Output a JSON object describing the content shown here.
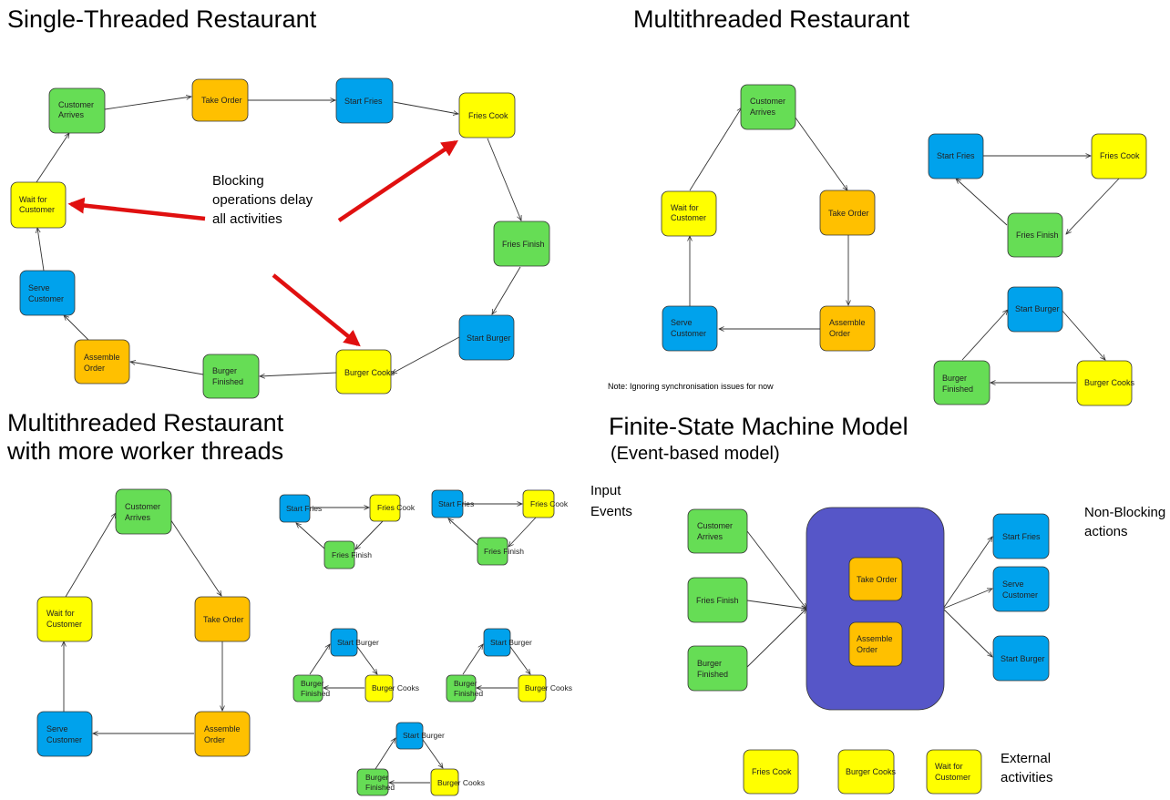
{
  "colors": {
    "green": "#66dd55",
    "orange": "#ffc000",
    "blue": "#00a2ec",
    "yellow": "#ffff00",
    "purple": "#5656c8",
    "red": "#e01010"
  },
  "sections": {
    "single": {
      "title": "Single-Threaded Restaurant"
    },
    "multi": {
      "title": "Multithreaded Restaurant"
    },
    "multi_more": {
      "title_line1": "Multithreaded Restaurant",
      "title_line2": "with more worker threads"
    },
    "fsm": {
      "title": "Finite-State Machine Model",
      "subtitle": "(Event-based model)"
    }
  },
  "annotations": {
    "blocking_line1": "Blocking",
    "blocking_line2": "operations delay",
    "blocking_line3": "all activities",
    "note": "Note: Ignoring synchronisation issues for now",
    "input_line1": "Input",
    "input_line2": "Events",
    "nonblocking_line1": "Non-Blocking",
    "nonblocking_line2": "actions",
    "external_line1": "External",
    "external_line2": "activities"
  },
  "labels": {
    "customer_arrives_1": "Customer",
    "customer_arrives_2": "Arrives",
    "take_order": "Take Order",
    "start_fries": "Start Fries",
    "fries_cook": "Fries Cook",
    "fries_finish": "Fries Finish",
    "start_burger": "Start Burger",
    "burger_cooks_a": "Burger Cooks",
    "burger_cooks": "Burger Cooks",
    "burger_finished_1": "Burger",
    "burger_finished_2": "Finished",
    "assemble_order_1": "Assemble",
    "assemble_order_2": "Order",
    "serve_customer_1": "Serve",
    "serve_customer_2": "Customer",
    "wait_customer_1": "Wait for",
    "wait_customer_2": "Customer",
    "start_fries_b": "Start Fries"
  }
}
